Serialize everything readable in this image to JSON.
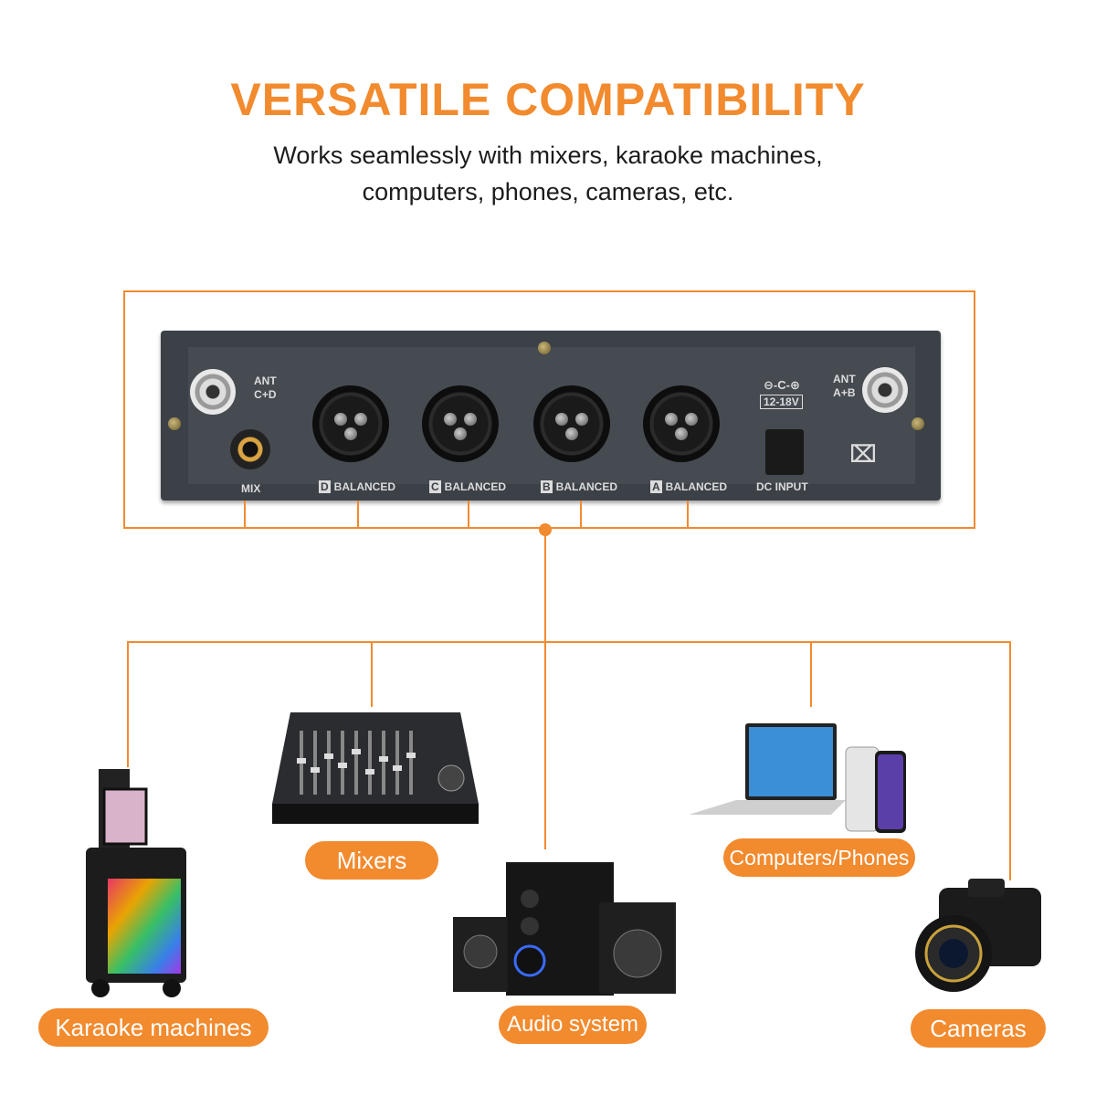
{
  "header": {
    "title": "VERSATILE COMPATIBILITY",
    "subtitle_line1": "Works seamlessly with mixers, karaoke machines,",
    "subtitle_line2": "computers, phones, cameras, etc."
  },
  "panel": {
    "ant_left": "ANT",
    "ant_left_sub": "C+D",
    "ant_right": "ANT",
    "ant_right_sub": "A+B",
    "mix_label": "MIX",
    "dc_spec": "12-18V",
    "dc_label": "DC INPUT",
    "outputs": [
      {
        "letter": "D",
        "label": "BALANCED"
      },
      {
        "letter": "C",
        "label": "BALANCED"
      },
      {
        "letter": "B",
        "label": "BALANCED"
      },
      {
        "letter": "A",
        "label": "BALANCED"
      }
    ]
  },
  "devices": {
    "karaoke": "Karaoke machines",
    "mixers": "Mixers",
    "audio": "Audio system",
    "computers": "Computers/Phones",
    "cameras": "Cameras"
  },
  "colors": {
    "accent": "#f28a2e",
    "panel": "#3c4047"
  }
}
